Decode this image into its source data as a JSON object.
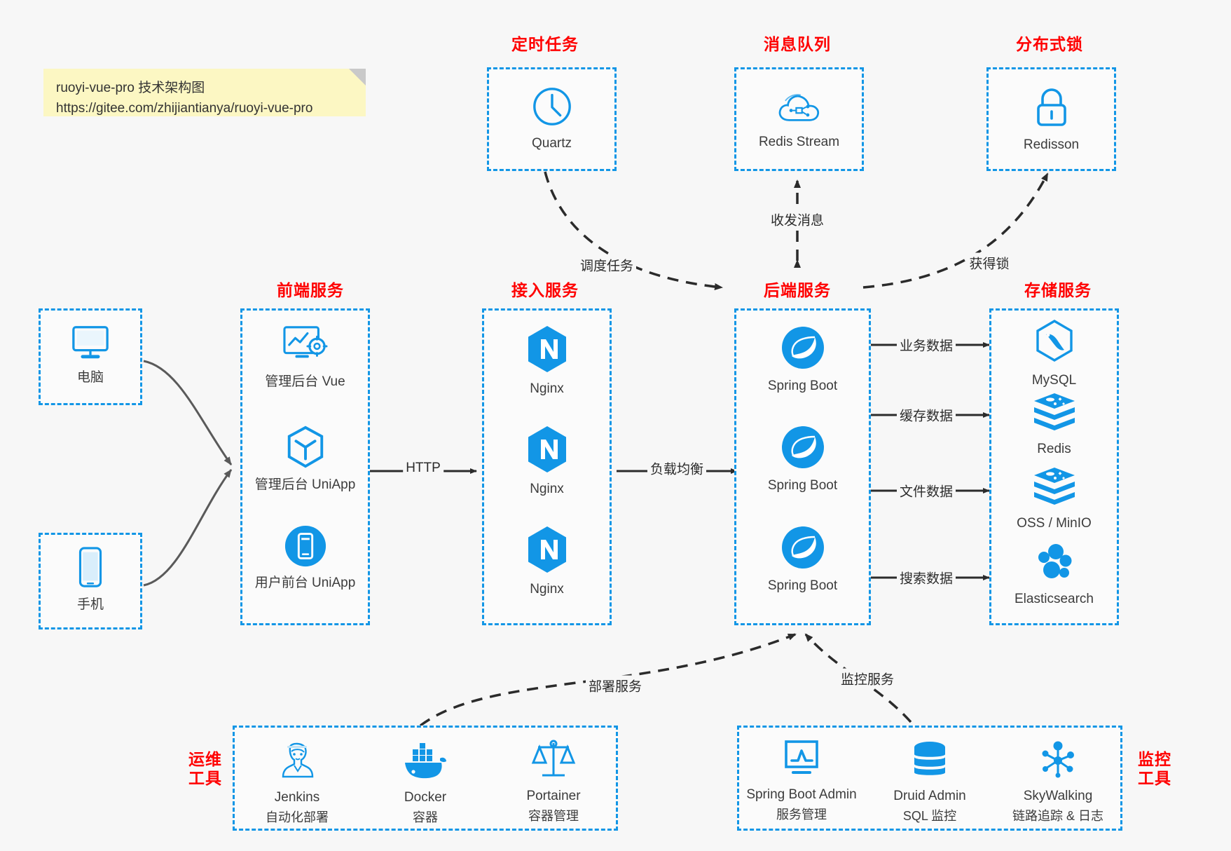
{
  "note": {
    "line1": "ruoyi-vue-pro 技术架构图",
    "line2": "https://gitee.com/zhijiantianya/ruoyi-vue-pro"
  },
  "colors": {
    "accent": "#1296e6",
    "caption": "#ff0000",
    "edge": "#2b2b2b",
    "client_edge": "#5a5a5a",
    "canvas": "#f7f7f7",
    "note_bg": "#fcf7c3"
  },
  "groups": {
    "scheduler": {
      "caption": "定时任务",
      "nodes": [
        {
          "icon": "clock-icon",
          "label": "Quartz"
        }
      ]
    },
    "mq": {
      "caption": "消息队列",
      "nodes": [
        {
          "icon": "cloud-stream-icon",
          "label": "Redis Stream"
        }
      ]
    },
    "lock": {
      "caption": "分布式锁",
      "nodes": [
        {
          "icon": "lock-icon",
          "label": "Redisson"
        }
      ]
    },
    "clients": {
      "nodes": [
        {
          "icon": "desktop-icon",
          "label": "电脑"
        },
        {
          "icon": "phone-icon",
          "label": "手机"
        }
      ]
    },
    "frontend": {
      "caption": "前端服务",
      "nodes": [
        {
          "icon": "dashboard-gear-icon",
          "label": "管理后台 Vue"
        },
        {
          "icon": "cube-icon",
          "label": "管理后台 UniApp"
        },
        {
          "icon": "mobile-app-icon",
          "label": "用户前台 UniApp"
        }
      ]
    },
    "gateway": {
      "caption": "接入服务",
      "nodes": [
        {
          "icon": "nginx-icon",
          "label": "Nginx"
        },
        {
          "icon": "nginx-icon",
          "label": "Nginx"
        },
        {
          "icon": "nginx-icon",
          "label": "Nginx"
        }
      ]
    },
    "backend": {
      "caption": "后端服务",
      "nodes": [
        {
          "icon": "spring-boot-icon",
          "label": "Spring Boot"
        },
        {
          "icon": "spring-boot-icon",
          "label": "Spring Boot"
        },
        {
          "icon": "spring-boot-icon",
          "label": "Spring Boot"
        }
      ]
    },
    "storage": {
      "caption": "存储服务",
      "nodes": [
        {
          "icon": "mysql-icon",
          "label": "MySQL"
        },
        {
          "icon": "redis-icon",
          "label": "Redis"
        },
        {
          "icon": "oss-icon",
          "label": "OSS / MinIO"
        },
        {
          "icon": "elasticsearch-icon",
          "label": "Elasticsearch"
        }
      ]
    },
    "devops": {
      "caption_line1": "运维",
      "caption_line2": "工具",
      "nodes": [
        {
          "icon": "jenkins-icon",
          "label": "Jenkins",
          "sub": "自动化部署"
        },
        {
          "icon": "docker-icon",
          "label": "Docker",
          "sub": "容器"
        },
        {
          "icon": "portainer-icon",
          "label": "Portainer",
          "sub": "容器管理"
        }
      ]
    },
    "monitor": {
      "caption_line1": "监控",
      "caption_line2": "工具",
      "nodes": [
        {
          "icon": "monitor-chart-icon",
          "label": "Spring Boot Admin",
          "sub": "服务管理"
        },
        {
          "icon": "database-icon",
          "label": "Druid Admin",
          "sub": "SQL 监控"
        },
        {
          "icon": "skywalking-icon",
          "label": "SkyWalking",
          "sub": "链路追踪 & 日志"
        }
      ]
    }
  },
  "edges": {
    "http": "HTTP",
    "load_balance": "负载均衡",
    "schedule_task": "调度任务",
    "send_receive_message": "收发消息",
    "acquire_lock": "获得锁",
    "business_data": "业务数据",
    "cache_data": "缓存数据",
    "file_data": "文件数据",
    "search_data": "搜索数据",
    "deploy_service": "部署服务",
    "monitor_service": "监控服务"
  }
}
